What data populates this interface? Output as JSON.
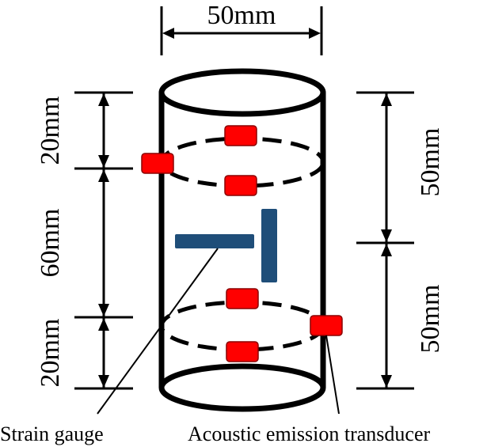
{
  "dimensions": {
    "diameter": "50mm",
    "left_top": "20mm",
    "left_middle": "60mm",
    "left_bottom": "20mm",
    "right_top": "50mm",
    "right_bottom": "50mm"
  },
  "callouts": {
    "strain_gauge": "Strain gauge",
    "ae_transducer": "Acoustic emission transducer"
  },
  "colors": {
    "outline": "#000000",
    "transducer": "#ff0000",
    "strain_gauge": "#1f4e79"
  }
}
